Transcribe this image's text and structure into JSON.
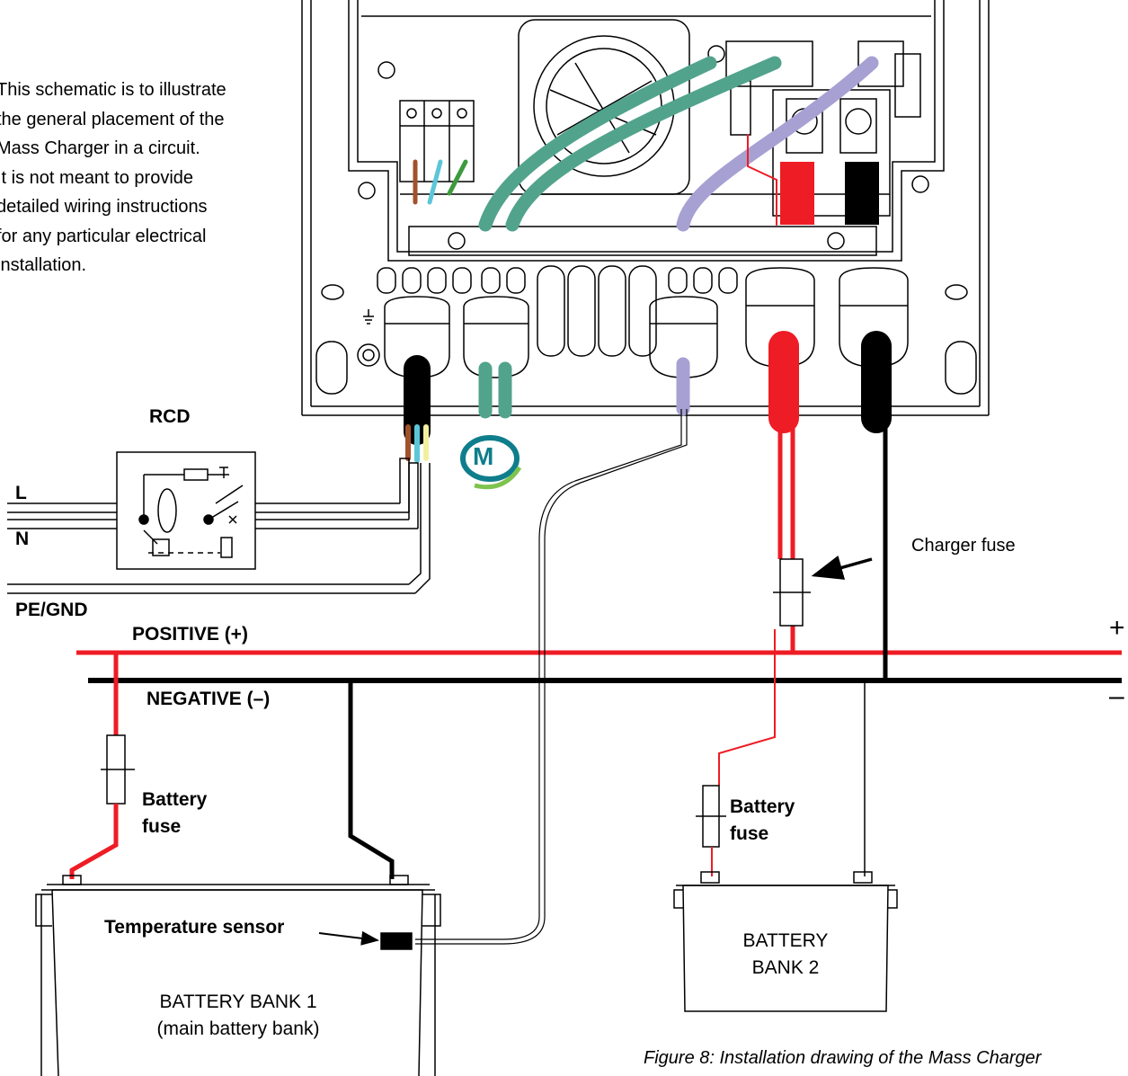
{
  "note": {
    "lines": [
      "This schematic is to illustrate",
      "the general placement of the",
      "Mass Charger in a circuit.",
      "It is not meant to provide",
      "detailed wiring instructions",
      "for any particular electrical",
      "installation."
    ]
  },
  "rcd": {
    "title": "RCD"
  },
  "mains": {
    "line_label": "L",
    "neutral_label": "N",
    "earth_label": "PE/GND"
  },
  "bus": {
    "positive_label": "POSITIVE (+)",
    "negative_label": "NEGATIVE (–)",
    "plus_symbol": "+",
    "minus_symbol": "–",
    "positive_color": "#ee1c25",
    "negative_color": "#000000"
  },
  "charger": {
    "fuse_label": "Charger fuse",
    "logo_letter": "M",
    "logo_color": "#0f7e8c",
    "comm_cable_color": "#52a38c",
    "sensor_cable_color": "#a7a0d2"
  },
  "battery1": {
    "fuse_label_line1": "Battery",
    "fuse_label_line2": "fuse",
    "name_line1": "BATTERY BANK 1",
    "name_line2": "(main battery bank)",
    "sensor_label": "Temperature sensor"
  },
  "battery2": {
    "fuse_label_line1": "Battery",
    "fuse_label_line2": "fuse",
    "name_line1": "BATTERY",
    "name_line2": "BANK 2"
  },
  "caption": "Figure 8: Installation drawing of the Mass Charger"
}
